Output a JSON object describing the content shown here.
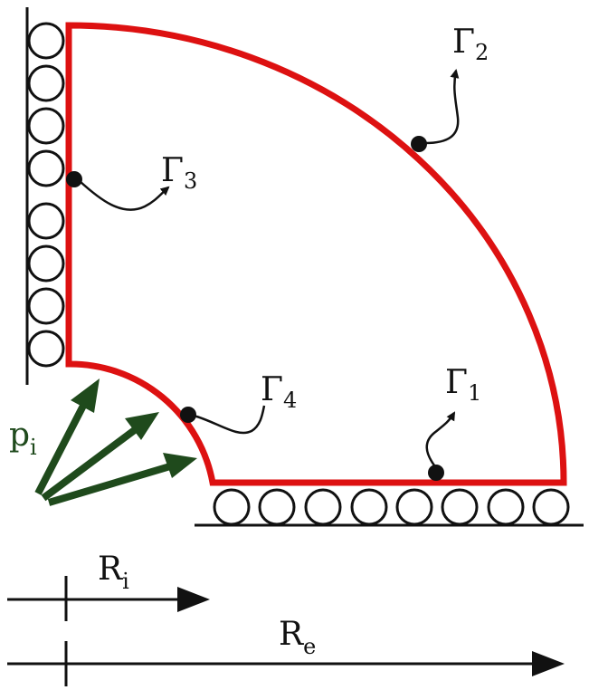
{
  "labels": {
    "gamma1": {
      "main": "Γ",
      "sub": "1"
    },
    "gamma2": {
      "main": "Γ",
      "sub": "2"
    },
    "gamma3": {
      "main": "Γ",
      "sub": "3"
    },
    "gamma4": {
      "main": "Γ",
      "sub": "4"
    },
    "pressure": {
      "main": "p",
      "sub": "i"
    },
    "inner_radius": {
      "main": "R",
      "sub": "i"
    },
    "outer_radius": {
      "main": "R",
      "sub": "e"
    }
  },
  "colors": {
    "boundary": "#dd1111",
    "pressure_arrows": "#1f4a1c",
    "ink": "#111111"
  }
}
